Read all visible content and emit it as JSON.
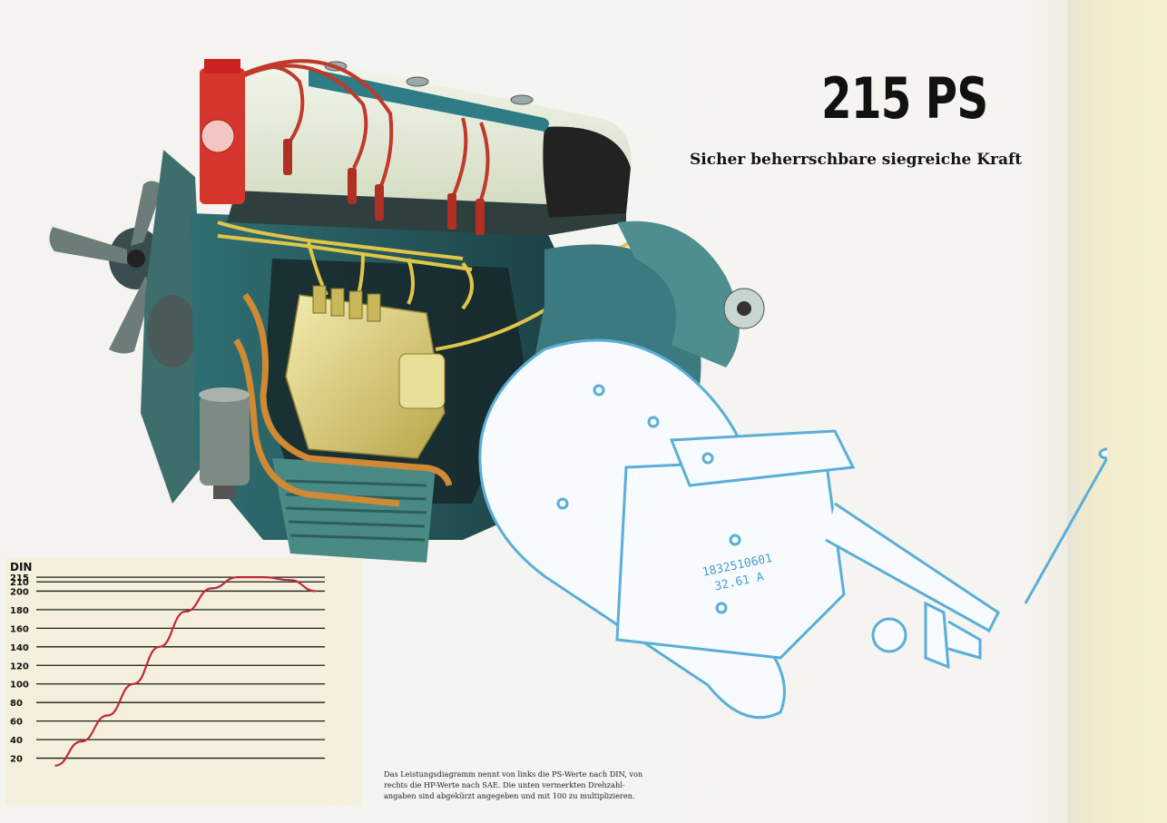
{
  "headline": "215 PS",
  "subheadline": "Sicher beherrschbare siegreiche Kraft",
  "gearbox_stamp": {
    "line1": "1832510601",
    "line2": "32.61 A"
  },
  "note": {
    "line1": "Das Leistungsdiagramm nennt von links die PS-Werte nach DIN, von",
    "line2": "rechts die HP-Werte nach SAE. Die unten vermerkten Drehzahl-",
    "line3": "angaben sind abgekürzt angegeben und mit 100 zu multiplizieren."
  },
  "chart_data": {
    "type": "line",
    "title": "",
    "ylabel": "DIN",
    "ylim": [
      0,
      220
    ],
    "yticks": [
      20,
      40,
      60,
      80,
      100,
      120,
      140,
      160,
      180,
      200,
      210,
      215
    ],
    "grid": true,
    "line_color": "#c0283a",
    "series": [
      {
        "x": [
          0,
          1,
          2,
          3,
          4,
          5,
          6,
          7,
          8,
          9,
          10
        ],
        "values": [
          12,
          38,
          66,
          100,
          140,
          178,
          203,
          215,
          215,
          212,
          200
        ]
      }
    ]
  },
  "colors": {
    "paper": "#f4f3ef",
    "chart_paper": "#f4f0dc",
    "engine_teal": "#3f8a8a",
    "engine_dark": "#1f3c3c",
    "valve_cover": "#e4ecd8",
    "pump_yellow": "#e4d980",
    "gearbox_blue": "#5aaed8",
    "spark_red": "#d5352b",
    "curve_red": "#c0283a"
  }
}
